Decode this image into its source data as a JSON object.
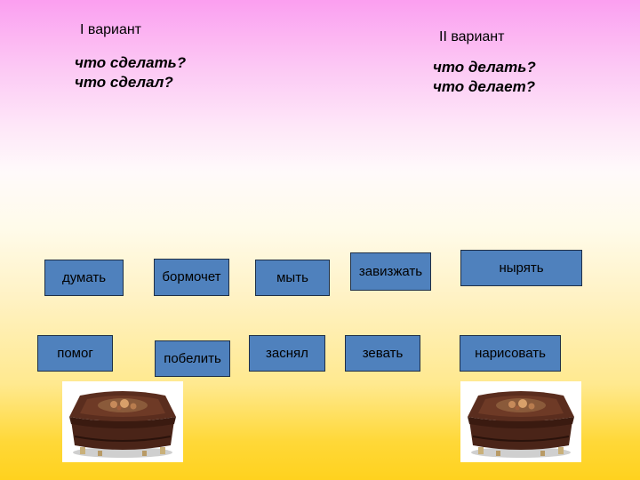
{
  "variants": {
    "left": {
      "title": "I вариант",
      "q1": "что сделать?",
      "q2": "что сделал?"
    },
    "right": {
      "title": "II вариант",
      "q1": "что делать?",
      "q2": "что делает?"
    }
  },
  "words": {
    "row1": [
      "думать",
      "бормочет",
      "мыть",
      "завизжать",
      "нырять"
    ],
    "row2": [
      "помог",
      "побелить",
      "заснял",
      "зевать",
      "нарисовать"
    ]
  },
  "colors": {
    "card": "#4f81bd",
    "card_border": "#1f2f46"
  },
  "icons": {
    "left_image": "jewelry-box-icon",
    "right_image": "jewelry-box-icon"
  }
}
